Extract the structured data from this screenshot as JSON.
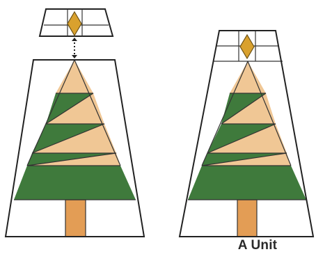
{
  "caption": "A Unit",
  "colors": {
    "tree_green": "#3f7a3c",
    "tan": "#f0c795",
    "trunk": "#e39d55",
    "star_gold": "#d9a12e",
    "outline": "#222222",
    "background": "#ffffff"
  },
  "figures": [
    {
      "name": "exploded-tree-block",
      "star_unit_separated": true
    },
    {
      "name": "assembled-tree-block",
      "star_unit_separated": false
    }
  ]
}
